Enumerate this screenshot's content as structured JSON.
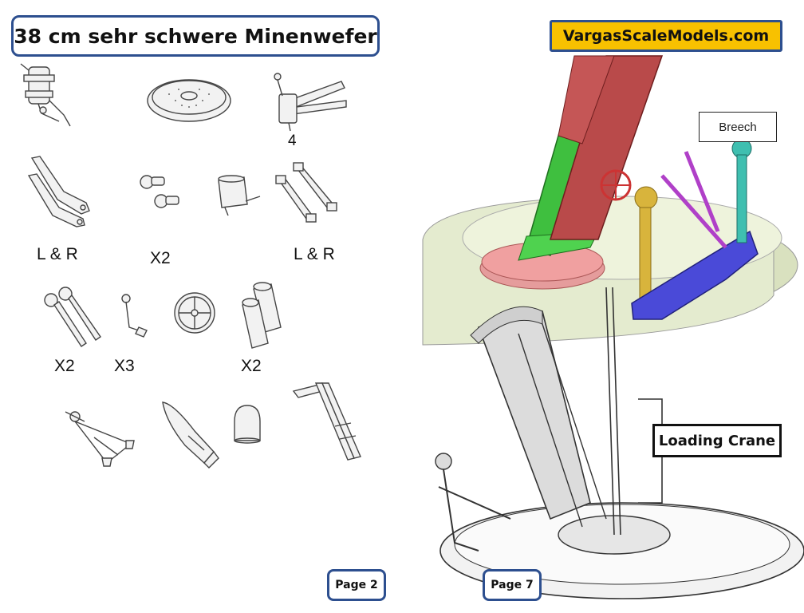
{
  "header": {
    "title": "38 cm sehr schwere Minenwefer",
    "brand": "VargasScaleModels.com"
  },
  "parts": {
    "count_4": "4",
    "lr_left": "L & R",
    "x2_top": "X2",
    "lr_right": "L & R",
    "x2_left": "X2",
    "x3": "X3",
    "x2_right": "X2"
  },
  "callouts": {
    "breech": "Breech",
    "loading_crane": "Loading Crane"
  },
  "pages": {
    "left": "Page 2",
    "right": "Page 7"
  },
  "colors": {
    "frame_blue": "#2d4f8f",
    "brand_yellow": "#f8c100",
    "barrel_red": "#b94a4a",
    "cradle_green": "#3fbf3f",
    "base_pink": "#f0a0a0",
    "mount_blue": "#4a4ad8",
    "crane_yellow": "#d8b43c",
    "breech_teal": "#3fbfb0",
    "turntable": "#e4ebcf"
  }
}
